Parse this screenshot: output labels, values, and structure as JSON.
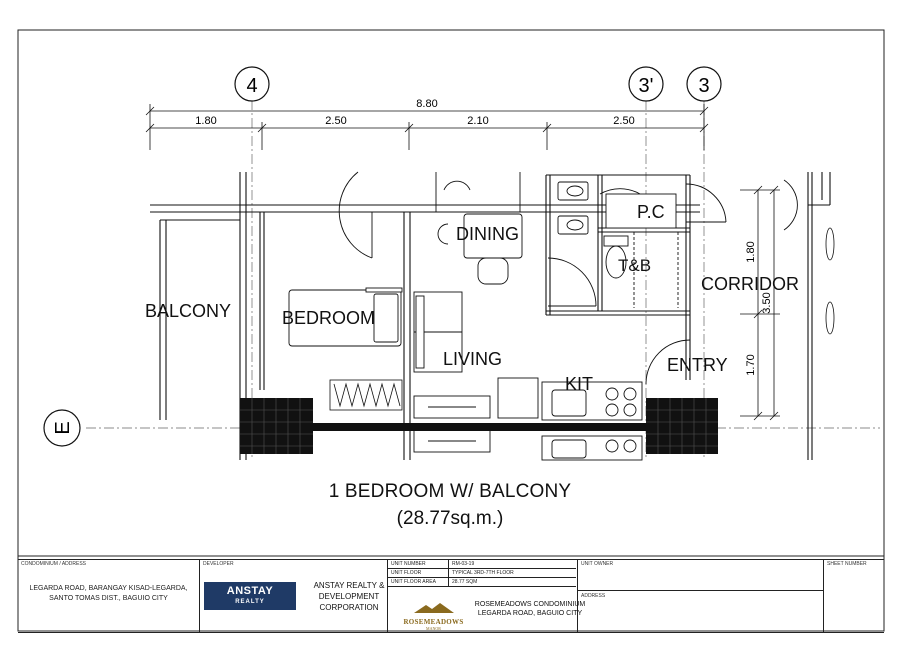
{
  "grid_labels": {
    "top": [
      "4",
      "3'",
      "3"
    ],
    "left": "E"
  },
  "dimensions": {
    "overall": "8.80",
    "segments": [
      "1.80",
      "2.50",
      "2.10",
      "2.50"
    ],
    "right_overall": "3.50",
    "right_segments": [
      "1.80",
      "1.70"
    ]
  },
  "rooms": {
    "dining": "DINING",
    "balcony": "BALCONY",
    "bedroom": "BEDROOM",
    "living": "LIVING",
    "kit": "KIT",
    "entry": "ENTRY",
    "corridor": "CORRIDOR",
    "pc": "P.C",
    "tb": "T&B"
  },
  "caption": {
    "title": "1 BEDROOM W/ BALCONY",
    "area": "(28.77sq.m.)"
  },
  "title_block": {
    "condominium_label": "CONDOMINIUM / ADDRESS",
    "address_line1": "LEGARDA ROAD, BARANGAY KISAD-LEGARDA,",
    "address_line2": "SANTO TOMAS DIST., BAGUIO CITY",
    "developer_label": "DEVELOPER",
    "logo_main": "ANSTAY",
    "logo_sub": "REALTY",
    "corp_line1": "ANSTAY REALTY &",
    "corp_line2": "DEVELOPMENT",
    "corp_line3": "CORPORATION",
    "unit_number_label": "UNIT NUMBER",
    "unit_number": "RM-03-19",
    "unit_floor_label": "UNIT FLOOR",
    "unit_floor": "TYPICAL 3RD-7TH FLOOR",
    "unit_area_label": "UNIT FLOOR AREA",
    "unit_area": "28.77 SQM",
    "rosemeadows_logo": "ROSEMEADOWS",
    "rosemeadows_sub": "MANOR",
    "project_line1": "ROSEMEADOWS  CONDOMINIUM",
    "project_line2": "LEGARDA ROAD, BAGUIO CITY",
    "unit_owner_label": "UNIT OWNER",
    "address_label": "ADDRESS",
    "sheet_number_label": "SHEET NUMBER"
  }
}
